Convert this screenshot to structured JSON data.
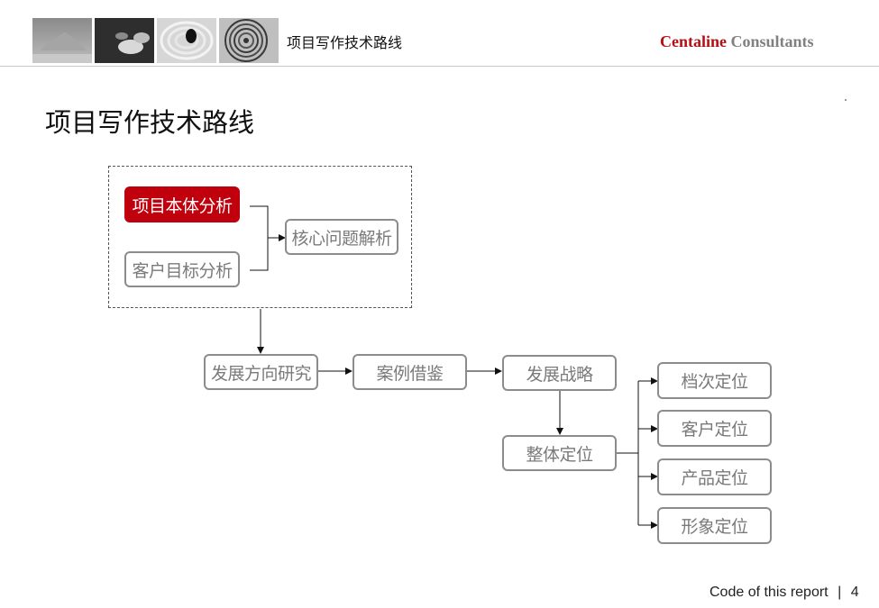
{
  "header": {
    "title": "项目写作技术路线",
    "brand_primary": "Centaline",
    "brand_secondary": "Consultants",
    "brand_primary_color": "#b40f16",
    "brand_secondary_color": "#808080"
  },
  "page_title": "项目写作技术路线",
  "diagram": {
    "nodes": {
      "project_analysis": "项目本体分析",
      "client_analysis": "客户目标分析",
      "core_issue": "核心问题解析",
      "direction_research": "发展方向研究",
      "case_study": "案例借鉴",
      "strategy": "发展战略",
      "overall_positioning": "整体定位",
      "grade_positioning": "档次定位",
      "customer_positioning": "客户定位",
      "product_positioning": "产品定位",
      "image_positioning": "形象定位"
    },
    "highlight_color": "#c0000c"
  },
  "footer": {
    "report_label": "Code of this report",
    "separator": "|",
    "page_number": "4"
  }
}
